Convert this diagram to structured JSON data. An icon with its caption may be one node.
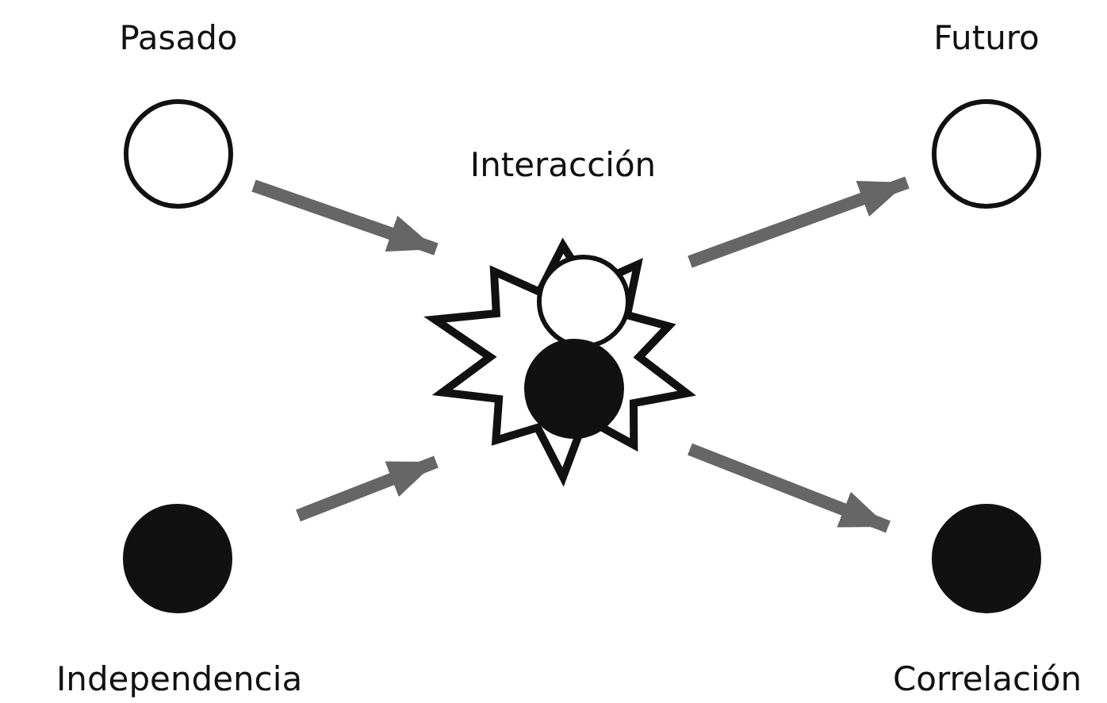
{
  "diagram": {
    "nodes": [
      {
        "text": [
          "Pasado"
        ]
      },
      {
        "text": [
          "Futuro"
        ]
      },
      {
        "text": [
          "Interacción"
        ]
      },
      {
        "text": [],
        "shape": "circle",
        "in": 2
      },
      {
        "text": [],
        "shape": "circle",
        "in": 2
      },
      {
        "text": [
          "Independencia"
        ]
      },
      {
        "text": [
          "Correlación"
        ]
      }
    ],
    "edges": [
      {
        "from": 0,
        "to": 2,
        "arrow": "to"
      },
      {
        "from": 5,
        "to": 2,
        "arrow": "to"
      },
      {
        "from": 2,
        "to": 1,
        "arrow": "to"
      },
      {
        "from": 2,
        "to": 6,
        "arrow": "to"
      }
    ]
  }
}
